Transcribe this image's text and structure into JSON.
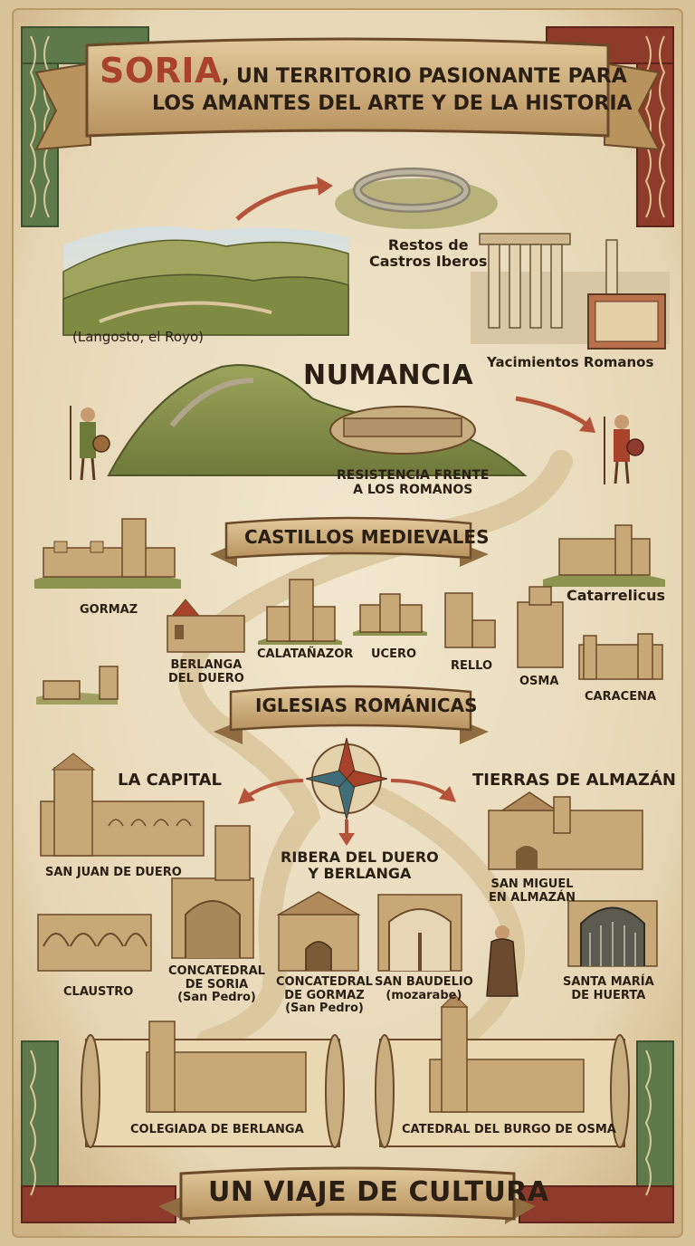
{
  "title": {
    "highlight": "SORIA",
    "line1_rest": ", UN TERRITORIO PASIONANTE PARA",
    "line2": "LOS AMANTES DEL ARTE Y DE LA HISTORIA"
  },
  "prehistory": {
    "landscape_caption": "(Langosto, el Royo)",
    "castros_caption": [
      "Restos de",
      "Castros Iberos"
    ],
    "roman_caption": "Yacimientos Romanos"
  },
  "numancia": {
    "heading": "NUMANCIA",
    "caption": [
      "RESISTENCIA FRENTE",
      "A LOS ROMANOS"
    ]
  },
  "castles": {
    "banner": "CASTILLOS MEDIEVALES",
    "items": {
      "gormaz": [
        "GORMAZ"
      ],
      "berlanga": [
        "BERLANGA",
        "DEL DUERO"
      ],
      "calatanazor": [
        "CALATAÑAZOR"
      ],
      "ucero": [
        "UCERO"
      ],
      "rello": [
        "RELLO"
      ],
      "osma": [
        "OSMA"
      ],
      "catarrelicus": [
        "Catarrelicus"
      ],
      "caracena": [
        "CARACENA"
      ]
    }
  },
  "churches": {
    "banner": "IGLESIAS ROMÁNICAS",
    "regions": {
      "capital": "LA CAPITAL",
      "almazan": "TIERRAS DE ALMAZÁN",
      "ribera": [
        "RIBERA DEL DUERO",
        "Y BERLANGA"
      ]
    },
    "items": {
      "san_juan": [
        "SAN JUAN DE DUERO"
      ],
      "claustro": [
        "CLAUSTRO"
      ],
      "concatedral_soria": [
        "CONCATEDRAL",
        "DE SORIA",
        "(San Pedro)"
      ],
      "concatedral_gormaz": [
        "CONCATEDRAL",
        "DE GORMAZ",
        "(San Pedro)"
      ],
      "san_baudelio": [
        "SAN BAUDELIO",
        "(mozarabe)"
      ],
      "san_miguel": [
        "SAN MIGUEL",
        "EN ALMAZÁN"
      ],
      "santa_maria": [
        "SANTA MARÍA",
        "DE HUERTA"
      ]
    }
  },
  "scrolls": {
    "left": "COLEGIADA DE BERLANGA",
    "right": "CATEDRAL DEL BURGO DE OSMA"
  },
  "footer": "UN VIAJE DE CULTURA",
  "colors": {
    "parchment": "#eadfc4",
    "ink": "#2b1f14",
    "accent_red": "#a8422a",
    "arrow": "#b5533a",
    "stone": "#c9a878",
    "green_border": "#5f7a4a",
    "red_border": "#8e3b2b"
  }
}
